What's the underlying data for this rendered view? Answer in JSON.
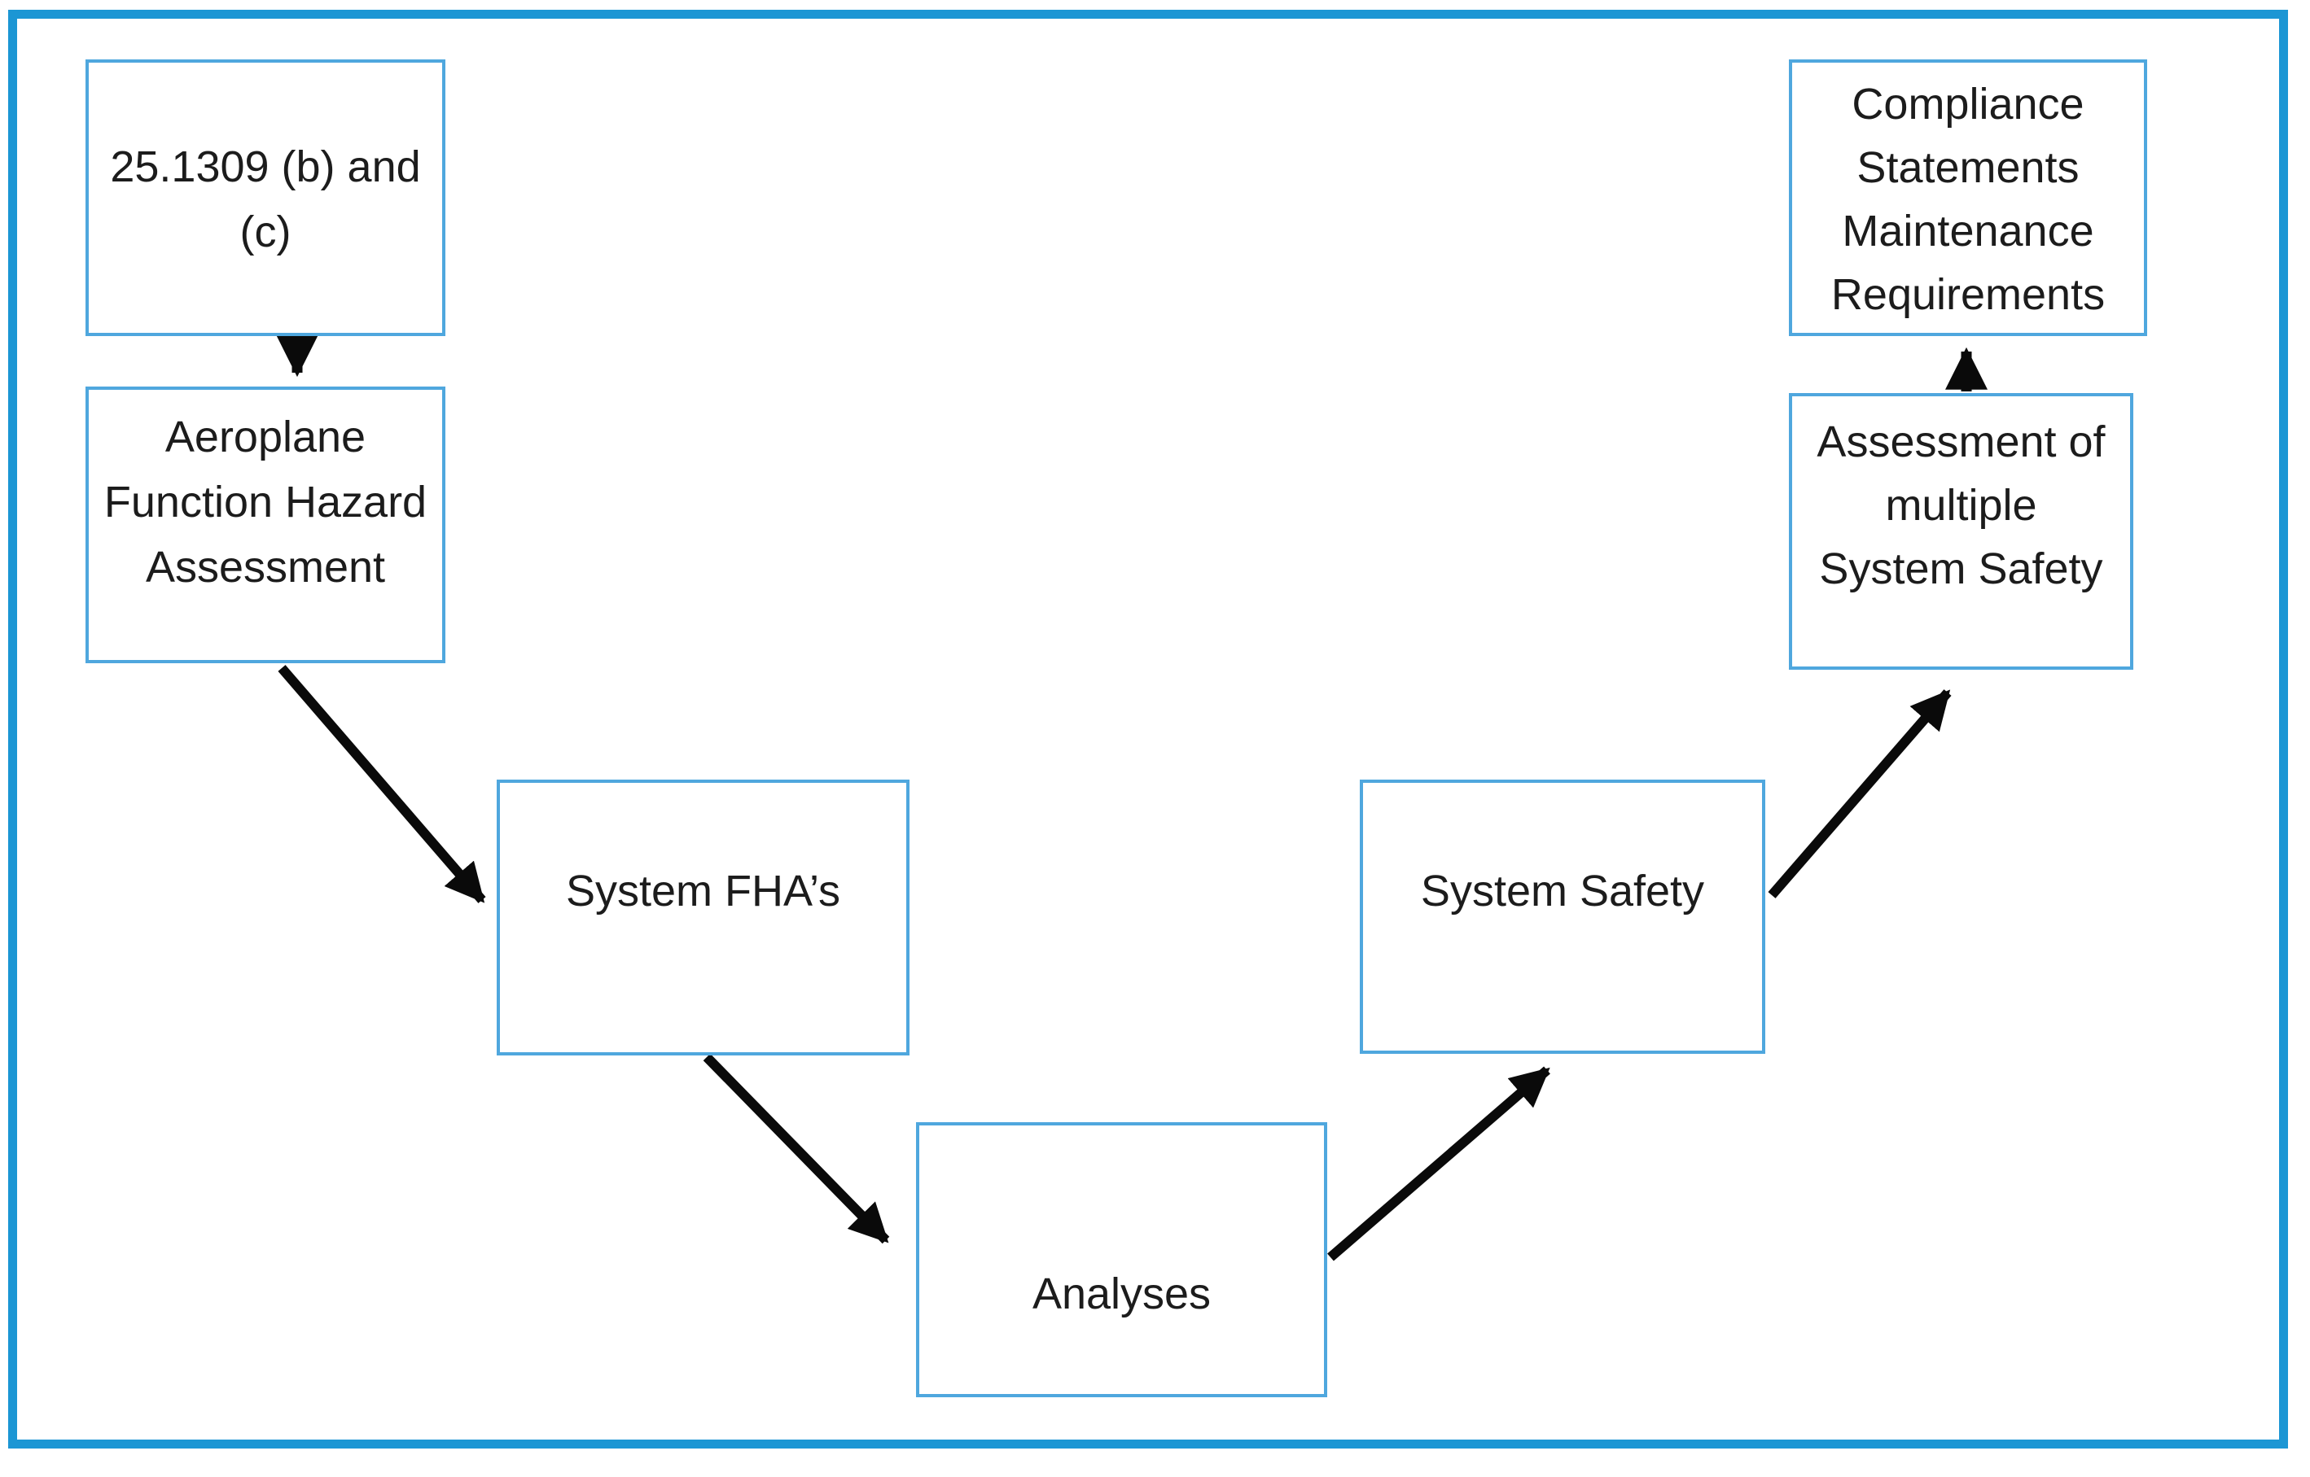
{
  "diagram": {
    "type": "flowchart",
    "description": "V-shaped system safety assessment process flow",
    "colors": {
      "background": "#ffffff",
      "outer_frame": "#1c96d4",
      "box_border": "#4fa7de",
      "arrow": "#0a0a0a",
      "text": "#1c1c1c"
    },
    "boxes": [
      {
        "id": "regulation",
        "label": "25.1309 (b) and (c)",
        "lines": [
          "25.1309 (b) and",
          "(c)"
        ]
      },
      {
        "id": "aeroplane-fha",
        "label": "Aeroplane Function Hazard Assessment",
        "lines": [
          "Aeroplane",
          "Function Hazard",
          "Assessment"
        ]
      },
      {
        "id": "system-fhas",
        "label": "System FHA’s",
        "lines": [
          "System FHA’s"
        ]
      },
      {
        "id": "analyses",
        "label": "Analyses",
        "lines": [
          "Analyses"
        ]
      },
      {
        "id": "system-safety",
        "label": "System Safety",
        "lines": [
          "System Safety"
        ]
      },
      {
        "id": "assessment-multiple",
        "label": "Assessment of multiple System Safety",
        "lines": [
          "Assessment of",
          "multiple",
          "System Safety"
        ]
      },
      {
        "id": "compliance",
        "label": "Compliance Statements Maintenance Requirements",
        "lines": [
          "Compliance",
          "Statements",
          "Maintenance",
          "Requirements"
        ]
      }
    ],
    "connections": [
      {
        "from": "regulation",
        "to": "aeroplane-fha"
      },
      {
        "from": "aeroplane-fha",
        "to": "system-fhas"
      },
      {
        "from": "system-fhas",
        "to": "analyses"
      },
      {
        "from": "analyses",
        "to": "system-safety"
      },
      {
        "from": "system-safety",
        "to": "assessment-multiple"
      },
      {
        "from": "assessment-multiple",
        "to": "compliance"
      }
    ]
  }
}
